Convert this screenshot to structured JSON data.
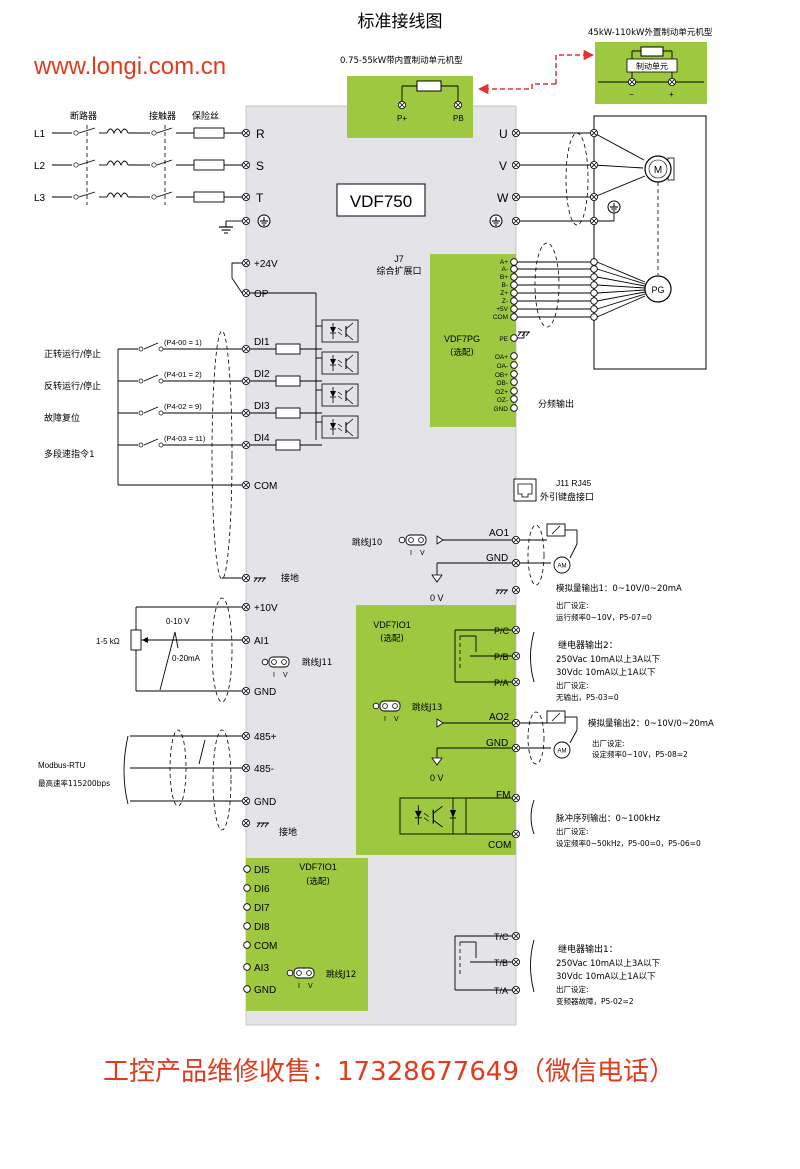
{
  "title": "标准接线图",
  "watermark": "www.longi.com.cn",
  "contact": "工控产品维修收售：17328677649（微信电话）",
  "model": "VDF750",
  "colors": {
    "accent_green": "#9dc83f",
    "panel_gray": "#e3e3e8",
    "watermark_red": "#e03b1c",
    "dash_red": "#e53232"
  },
  "brake_internal": {
    "label": "0.75-55kW带内置制动单元机型",
    "terminals": [
      "P+",
      "PB"
    ]
  },
  "brake_external": {
    "label": "45kW-110kW外置制动单元机型",
    "unit": "制动单元",
    "terminals": [
      "−",
      "+"
    ]
  },
  "power_input": {
    "lines": [
      "L1",
      "L2",
      "L3"
    ],
    "devices": [
      "断路器",
      "接触器",
      "保险丝"
    ],
    "terminals": [
      "R",
      "S",
      "T"
    ]
  },
  "motor_output": {
    "terminals": [
      "U",
      "V",
      "W"
    ],
    "motor": "M",
    "encoder": "PG"
  },
  "j7": {
    "label": "J7",
    "desc": "综合扩展口"
  },
  "vdf7pg": {
    "name": "VDF7PG",
    "opt": "(选配)",
    "inputs": [
      "A+",
      "A-",
      "B+",
      "B-",
      "Z+",
      "Z-",
      "+5V",
      "COM"
    ],
    "pe": "PE",
    "outputs": [
      "OA+",
      "OA-",
      "OB+",
      "OB-",
      "OZ+",
      "OZ-",
      "GND"
    ],
    "output_label": "分频输出"
  },
  "left_terminals": {
    "p24": "+24V",
    "op": "OP",
    "di": [
      "DI1",
      "DI2",
      "DI3",
      "DI4"
    ],
    "com": "COM",
    "ground": "接地",
    "p10": "+10V",
    "ai1": "AI1",
    "gnd": "GND",
    "rs485p": "485+",
    "rs485m": "485-",
    "gnd2": "GND",
    "ground2": "接地"
  },
  "di_functions": [
    {
      "name": "正转运行/停止",
      "param": "(P4-00 = 1)"
    },
    {
      "name": "反转运行/停止",
      "param": "(P4-01 = 2)"
    },
    {
      "name": "故障复位",
      "param": "(P4-02 = 9)"
    },
    {
      "name": "多段速指令1",
      "param": "(P4-03 = 11)"
    }
  ],
  "pot": {
    "res": "1-5 kΩ",
    "v": "0-10 V",
    "i": "0-20mA"
  },
  "modbus": {
    "name": "Modbus-RTU",
    "rate": "最高速率115200bps"
  },
  "jumpers": {
    "j10": "跳线J10",
    "j11": "跳线J11",
    "j13": "跳线J13",
    "j12": "跳线J12",
    "iv": [
      "I",
      "V"
    ]
  },
  "j11rj45": {
    "label": "J11 RJ45",
    "desc": "外引键盘接口"
  },
  "ao1": {
    "term": "AO1",
    "gnd": "GND",
    "zero": "0 V",
    "desc": "模拟量输出1：0~10V/0~20mA",
    "s1": "出厂设定:",
    "s2": "运行频率0~10V，P5-07=0"
  },
  "vdf7io1": {
    "name": "VDF7IO1",
    "opt": "(选配)"
  },
  "relay2": {
    "terms": [
      "P/C",
      "P/B",
      "P/A"
    ],
    "title": "继电器输出2：",
    "l1": "250Vac 10mA以上3A以下",
    "l2": "30Vdc 10mA以上1A以下",
    "s1": "出厂设定:",
    "s2": "无输出，P5-03=0"
  },
  "ao2": {
    "term": "AO2",
    "gnd": "GND",
    "zero": "0 V",
    "desc": "模拟量输出2：0~10V/0~20mA",
    "s1": "出厂设定:",
    "s2": "设定频率0~10V，P5-08=2"
  },
  "fm": {
    "terms": [
      "FM",
      "COM"
    ],
    "desc": "脉冲序列输出：0~100kHz",
    "s1": "出厂设定:",
    "s2": "设定频率0~50kHz，P5-00=0，P5-06=0"
  },
  "io_bottom": {
    "name": "VDF7IO1",
    "opt": "(选配)",
    "terms": [
      "DI5",
      "DI6",
      "DI7",
      "DI8",
      "COM",
      "AI3",
      "GND"
    ]
  },
  "relay1": {
    "terms": [
      "T/C",
      "T/B",
      "T/A"
    ],
    "title": "继电器输出1：",
    "l1": "250Vac 10mA以上3A以下",
    "l2": "30Vdc 10mA以上1A以下",
    "s1": "出厂设定:",
    "s2": "变频器故障，P5-02=2"
  }
}
